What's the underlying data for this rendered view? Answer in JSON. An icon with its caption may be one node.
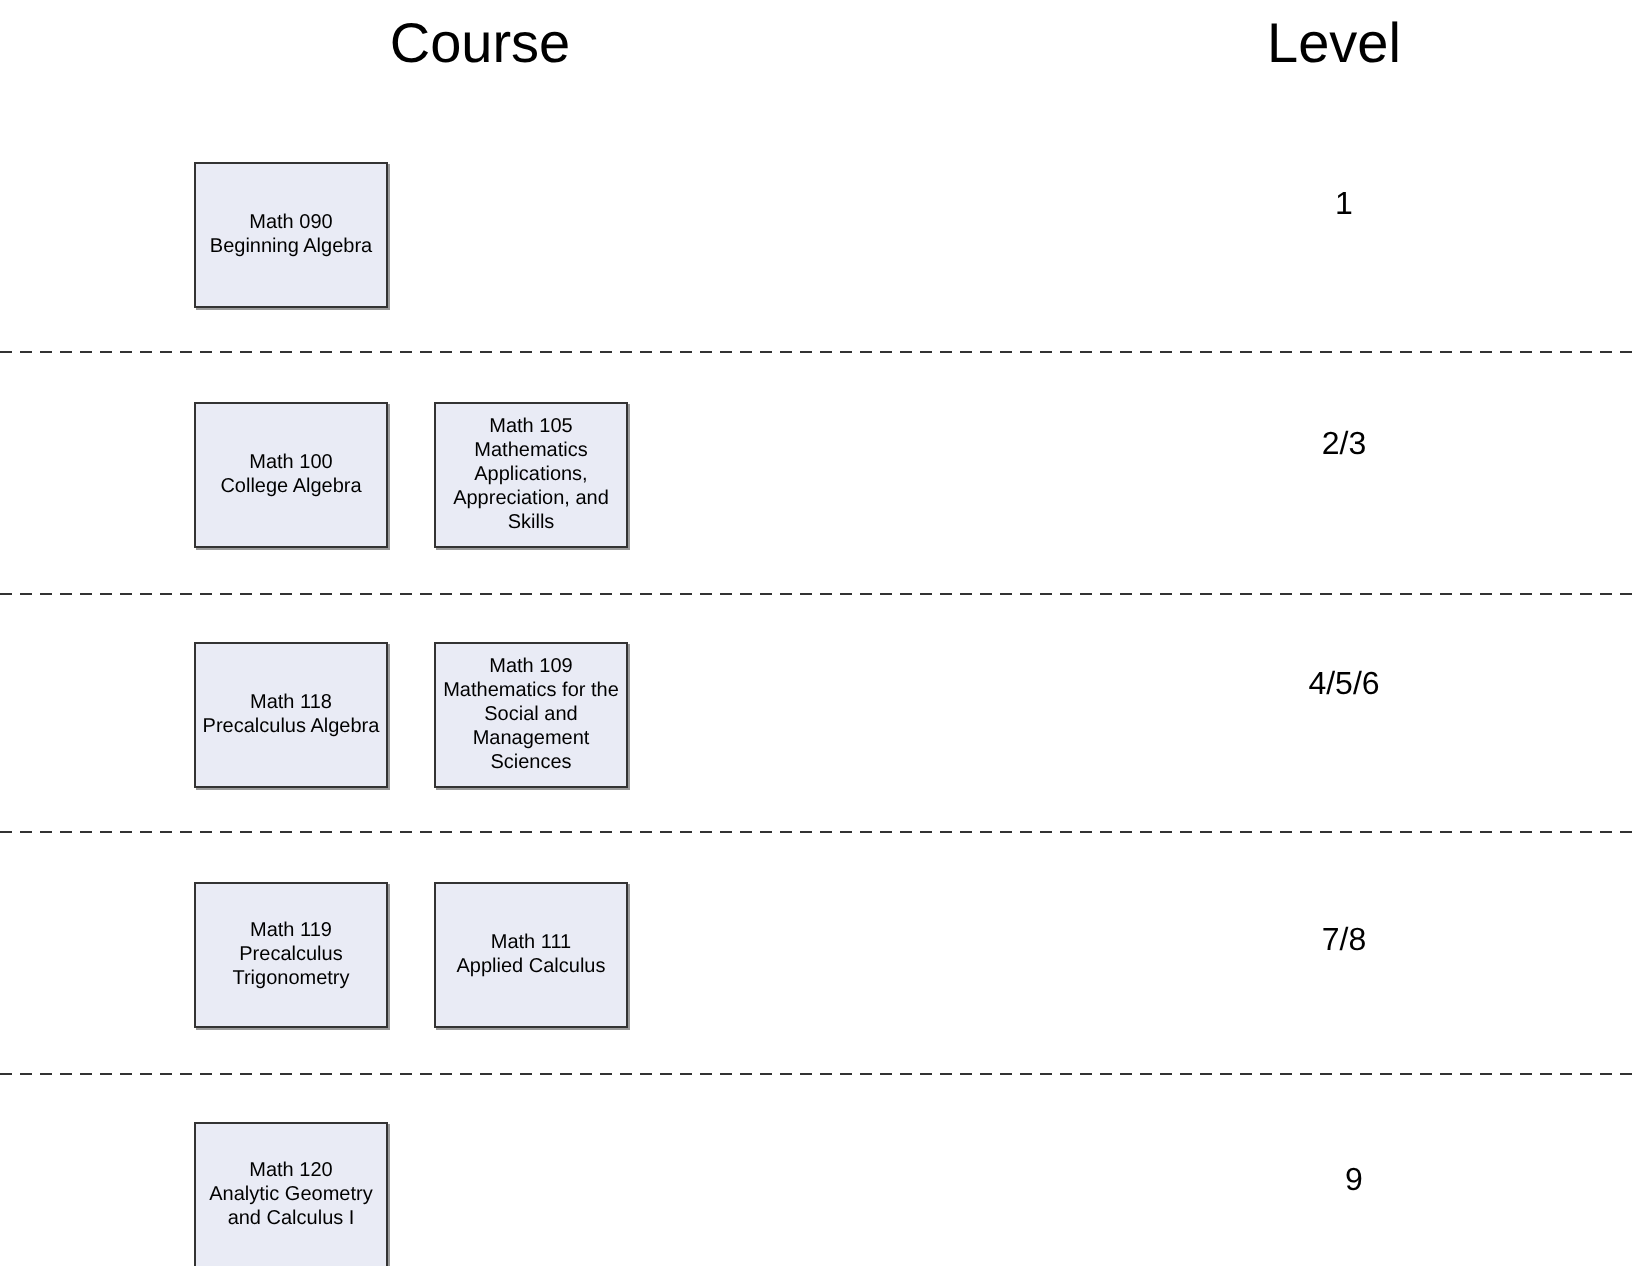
{
  "diagram": {
    "nodes": [
      {
        "text": [
          "Math 090",
          "Beginning Algebra"
        ]
      },
      {
        "text": [
          "Math 100",
          "College Algebra"
        ]
      },
      {
        "text": [
          "Math 105",
          "Mathematics Applications, Appreciation, and Skills"
        ]
      },
      {
        "text": [
          "Math 118",
          "Precalculus Algebra"
        ]
      },
      {
        "text": [
          "Math 109",
          "Mathematics for the Social and Management Sciences"
        ]
      },
      {
        "text": [
          "Math 119",
          "Precalculus Trigonometry"
        ]
      },
      {
        "text": [
          "Math 111",
          "Applied Calculus"
        ]
      },
      {
        "text": [
          "Math 120",
          "Analytic Geometry and Calculus I"
        ]
      }
    ],
    "labels": [
      "Course",
      "Level",
      "1",
      "2/3",
      "4/5/6",
      "7/8",
      "9"
    ]
  }
}
